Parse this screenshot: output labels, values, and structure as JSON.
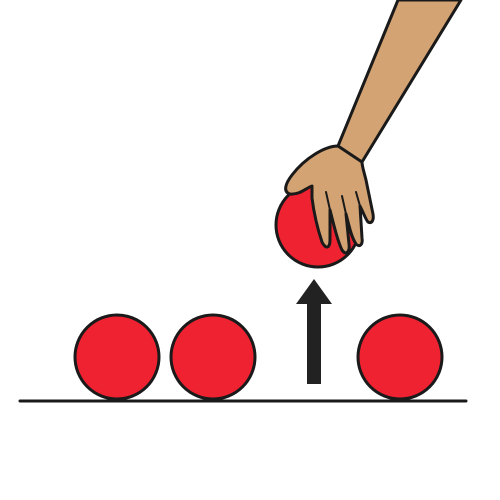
{
  "scene": {
    "description_free": true,
    "ball_count_on_ground": 3,
    "ball_in_hand": 1,
    "icons": [
      "ground-line",
      "red-ball",
      "up-arrow",
      "hand-with-arm"
    ]
  },
  "colors": {
    "ball_fill": "#ee2230",
    "outline": "#1a1a1a",
    "skin": "#d4a373",
    "arrow": "#222222",
    "background": "#ffffff"
  }
}
